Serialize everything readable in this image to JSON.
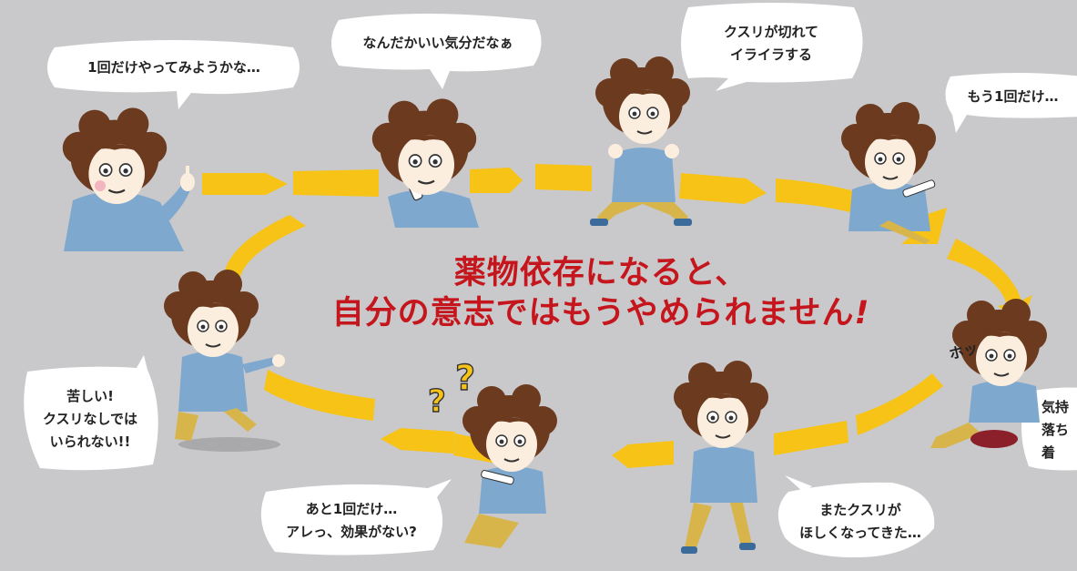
{
  "headline": {
    "line1": "薬物依存になると、",
    "line2": "自分の意志ではもうやめられません",
    "exclaim": "!"
  },
  "colors": {
    "background": "#c9c9cb",
    "arrow": "#f7c316",
    "headline": "#c4161c",
    "hair": "#6b3a1f",
    "skin": "#fbeede",
    "sweater": "#7fa8cf",
    "pants": "#d7b54b",
    "bubble": "#ffffff"
  },
  "bubbles": [
    {
      "text": "1回だけやってみようかな…"
    },
    {
      "text": "なんだかいい気分だなぁ"
    },
    {
      "text": "クスリが切れて\nイライラする"
    },
    {
      "text": "もう1回だけ…"
    },
    {
      "text": "気持\n落ち着"
    },
    {
      "text": "またクスリが\nほしくなってきた…"
    },
    {
      "text": "あと1回だけ…\nアレっ、効果がない?"
    },
    {
      "text": "苦しい!\nクスリなしでは\nいられない!!"
    }
  ],
  "sound_effect": "ホッ",
  "question_marks": "??",
  "figures": [
    {
      "name": "figure-trying",
      "pose": "smile-finger-up"
    },
    {
      "name": "figure-happy",
      "pose": "holding-pipe-grin"
    },
    {
      "name": "figure-irritated",
      "pose": "squatting-fists"
    },
    {
      "name": "figure-using-again",
      "pose": "sitting-pipe"
    },
    {
      "name": "figure-relieved",
      "pose": "sitting-sigh"
    },
    {
      "name": "figure-craving",
      "pose": "standing-nervous"
    },
    {
      "name": "figure-confused",
      "pose": "sitting-pipe-question"
    },
    {
      "name": "figure-suffering",
      "pose": "kneeling-trembling"
    }
  ]
}
